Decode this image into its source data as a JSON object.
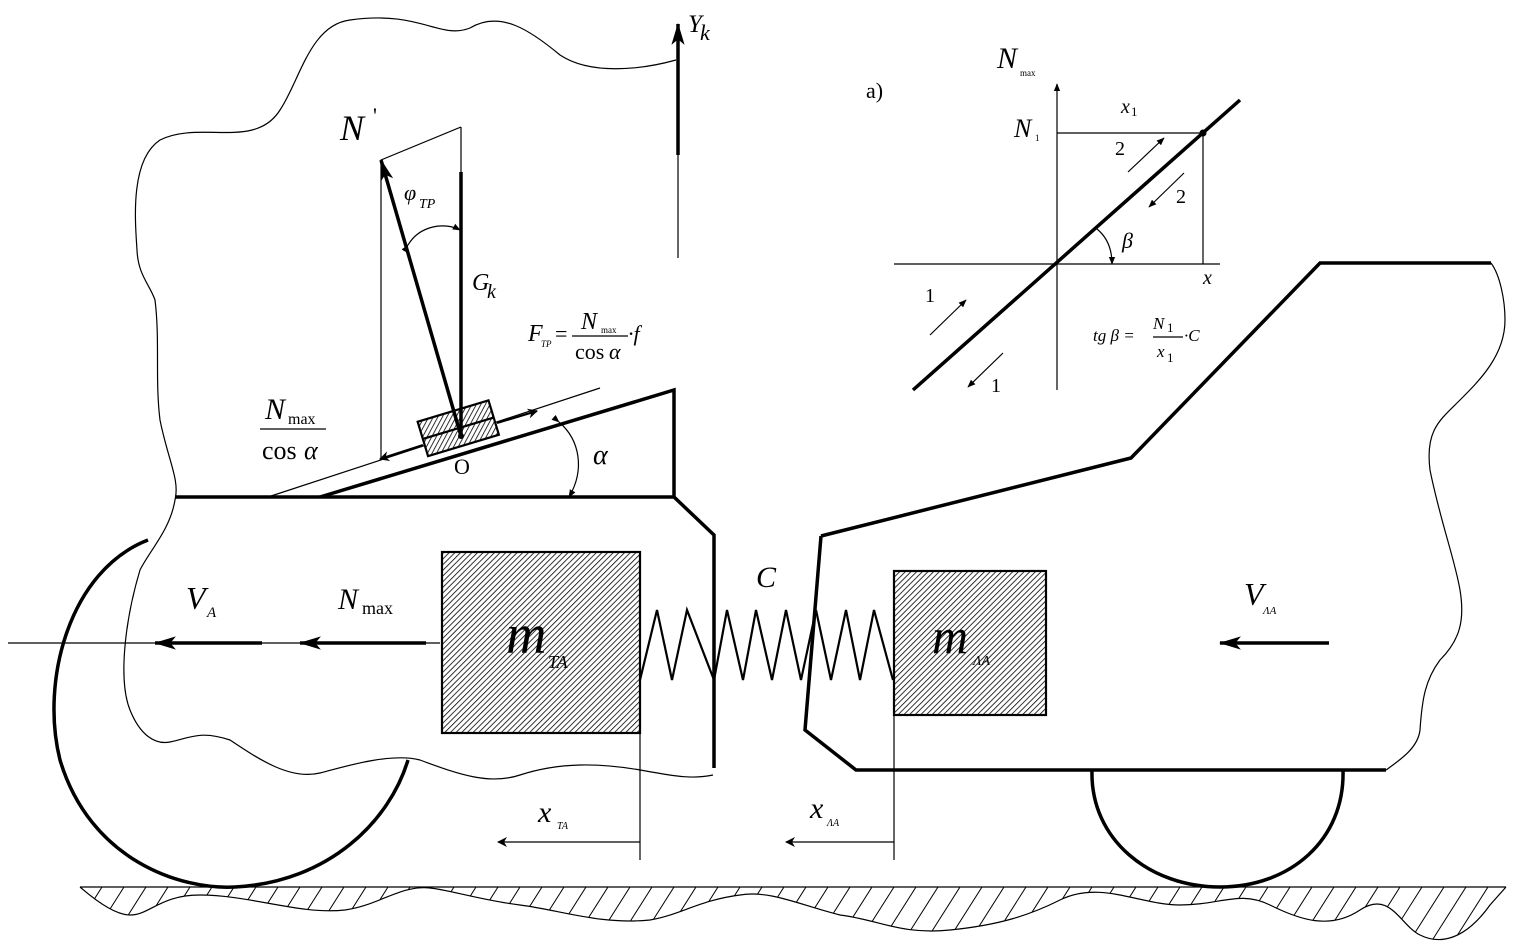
{
  "figure": {
    "panel_label": "a)",
    "labels": {
      "y_axis": "Y",
      "y_axis_sub": "k",
      "n_prime": "N",
      "n_prime_mark": "'",
      "phi": "φ",
      "phi_sub": "TP",
      "g": "G",
      "g_sub": "k",
      "ftr_lhs": "F",
      "ftr_lhs_sub": "TP",
      "ftr_eq": "=",
      "ftr_num": "N",
      "ftr_num_sub": "max",
      "ftr_den": "cos",
      "ftr_den_alpha": "α",
      "ftr_tail": "·f",
      "nmax_cos_num": "N",
      "nmax_cos_num_sub": "max",
      "nmax_cos_den": "cos",
      "nmax_cos_den_alpha": "α",
      "point_o": "O",
      "alpha": "α",
      "va": "V",
      "va_sub": "A",
      "nmax": "N",
      "nmax_sub": "max",
      "m_ta": "m",
      "m_ta_sub": "TA",
      "spring_c": "C",
      "m_la": "m",
      "m_la_sub": "ΛA",
      "v_la": "V",
      "v_la_sub": "ΛA",
      "x_ta": "x",
      "x_ta_sub": "TA",
      "x_la": "x",
      "x_la_sub": "ΛA"
    },
    "inset_graph": {
      "y_axis": "N",
      "y_axis_sub": "max",
      "x_axis": "x",
      "n1": "N",
      "n1_sub": "1",
      "x1": "x",
      "x1_sub": "1",
      "beta": "β",
      "branch_2_up": "2",
      "branch_2_down": "2",
      "branch_1_up": "1",
      "branch_1_down": "1",
      "formula_lhs": "tg β =",
      "formula_num": "N",
      "formula_num_sub": "1",
      "formula_den": "x",
      "formula_den_sub": "1",
      "formula_tail": "·C"
    }
  }
}
